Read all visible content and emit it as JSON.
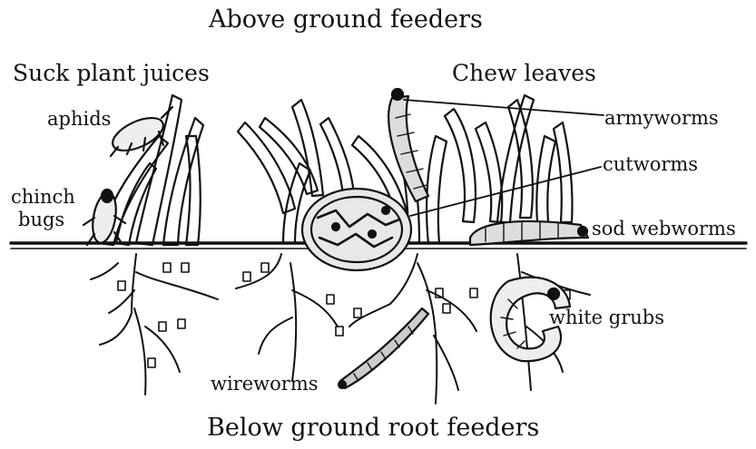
{
  "title_top": "Above ground feeders",
  "title_bottom": "Below ground root feeders",
  "group_left": "Suck plant juices",
  "group_right": "Chew leaves",
  "labels": {
    "aphids": "aphids",
    "chinch_1": "chinch",
    "chinch_2": "bugs",
    "armyworms": "armyworms",
    "cutworms": "cutworms",
    "sod_webworms": "sod webworms",
    "white_grubs": "white grubs",
    "wireworms": "wireworms"
  }
}
